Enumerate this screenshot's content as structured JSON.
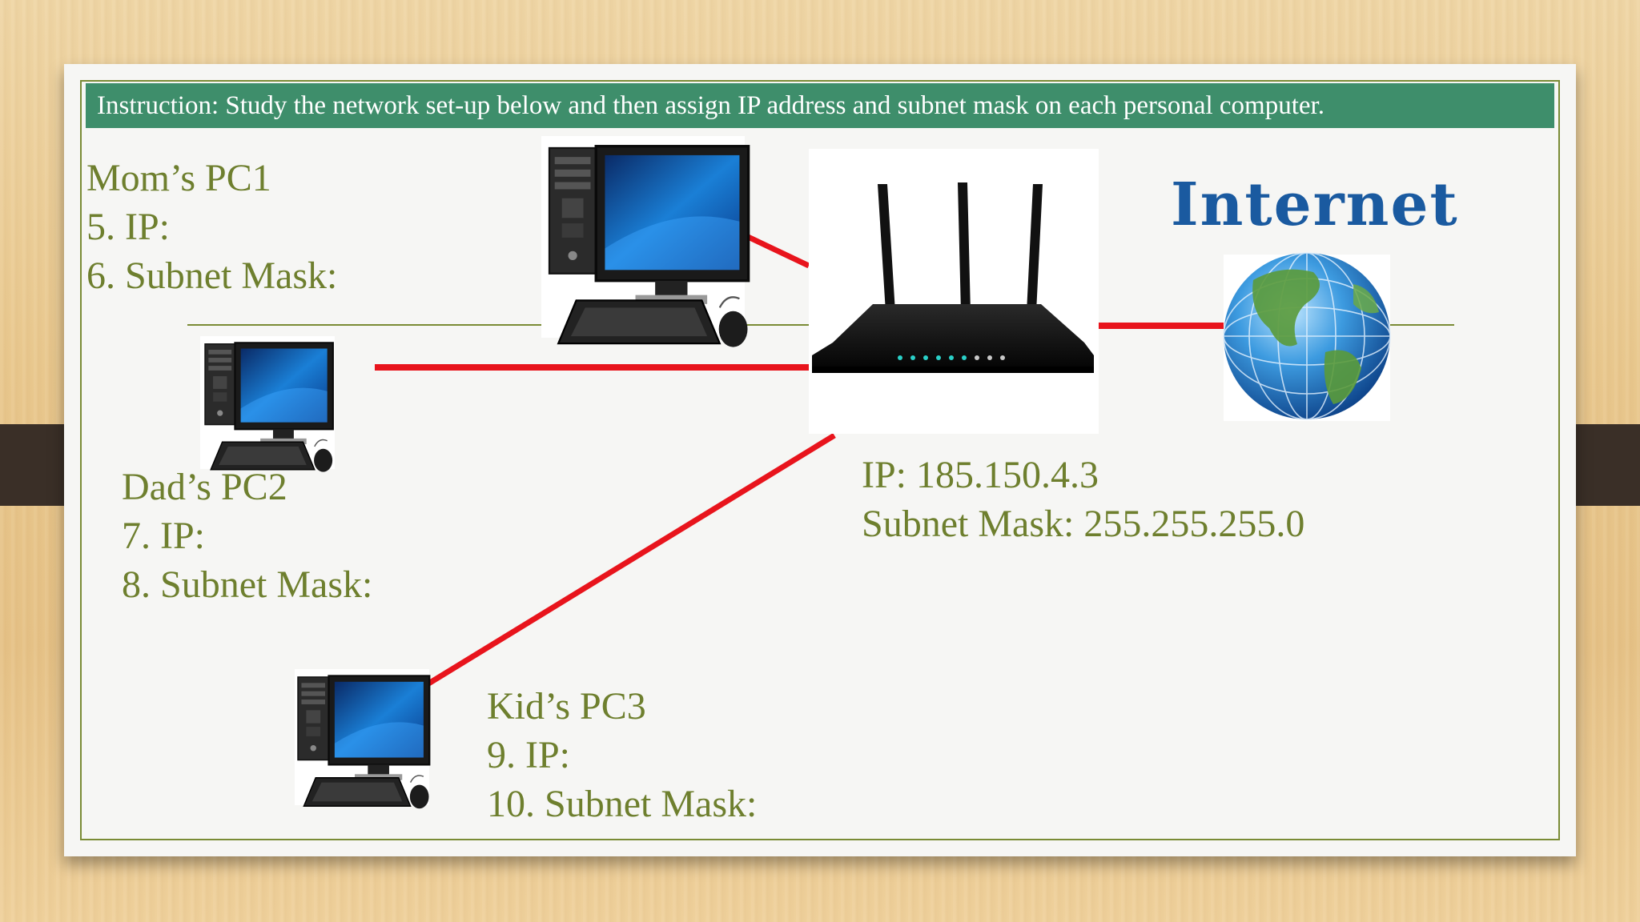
{
  "slide": {
    "instruction": "Instruction: Study the network set-up below and then assign IP address and subnet mask on each personal computer."
  },
  "pc1": {
    "title": "Mom’s PC1",
    "ip_label": "5. IP:",
    "mask_label": "6. Subnet Mask:"
  },
  "pc2": {
    "title": "Dad’s PC2",
    "ip_label": "7. IP:",
    "mask_label": "8. Subnet Mask:"
  },
  "pc3": {
    "title": "Kid’s PC3",
    "ip_label": "9. IP:",
    "mask_label": "10.  Subnet Mask:"
  },
  "router": {
    "ip": "IP: 185.150.4.3",
    "mask": "Subnet Mask: 255.255.255.0"
  },
  "internet": {
    "title": "Internet"
  },
  "colors": {
    "banner": "#3e8e6b",
    "label_text": "#6e7f2e",
    "cable": "#e8141c",
    "internet_text": "#1a5aa0"
  },
  "icons": [
    "desktop-computer-icon",
    "wifi-router-icon",
    "globe-icon"
  ]
}
